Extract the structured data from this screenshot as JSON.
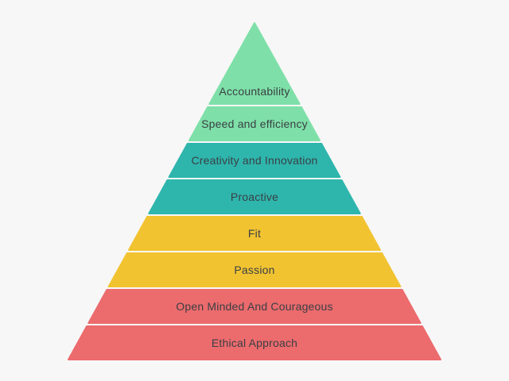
{
  "diagram": {
    "type": "pyramid",
    "description": "Eight-level values pyramid diagram",
    "background_color": "#f7f7f7",
    "text_color": "#3a3f44",
    "levels": [
      {
        "label": "Accountability",
        "color": "#7ee0a8"
      },
      {
        "label": "Speed and efficiency",
        "color": "#7ee0a8"
      },
      {
        "label": "Creativity and Innovation",
        "color": "#2eb6ad"
      },
      {
        "label": "Proactive",
        "color": "#2eb6ad"
      },
      {
        "label": "Fit",
        "color": "#f2c331"
      },
      {
        "label": "Passion",
        "color": "#f2c331"
      },
      {
        "label": "Open Minded And Courageous",
        "color": "#ec6b6d"
      },
      {
        "label": "Ethical Approach",
        "color": "#ec6b6d"
      }
    ]
  }
}
